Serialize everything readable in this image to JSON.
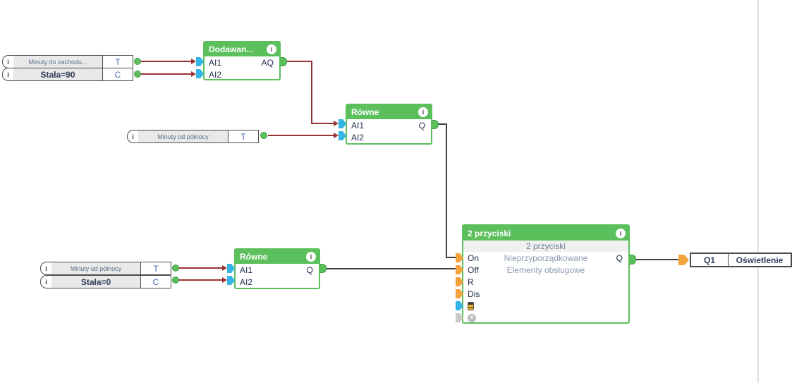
{
  "icons": {
    "info": "i",
    "plus": "+",
    "input_info": "i"
  },
  "colors": {
    "block_green": "#5bbf5b",
    "tab_blue": "#35b5e5",
    "tab_orange": "#f2a33c",
    "tab_gray": "#c9c9c9",
    "wire_red": "#993333",
    "wire_black": "#3f3f3f",
    "text_navy": "#223050",
    "text_gray": "#8c9ab0"
  },
  "input_pills": [
    {
      "label": "Minuty do zachodu...",
      "port": "T"
    },
    {
      "label": "Stała=90",
      "port": "C"
    },
    {
      "label": "Minuty od północy",
      "port": "T"
    },
    {
      "label": "Minuty od północy",
      "port": "T"
    },
    {
      "label": "Stała=0",
      "port": "C"
    }
  ],
  "blocks": {
    "dodawanie": {
      "title": "Dodawan...",
      "in1": "AI1",
      "in2": "AI2",
      "out": "AQ"
    },
    "rowne1": {
      "title": "Równe",
      "in1": "AI1",
      "in2": "AI2",
      "out": "Q"
    },
    "rowne2": {
      "title": "Równe",
      "in1": "AI1",
      "in2": "AI2",
      "out": "Q"
    },
    "przyciski": {
      "title": "2 przyciski",
      "subtitle": "2 przyciski",
      "center_line1": "Nieprzyporządkowane",
      "center_line2": "Elementy obsługowe",
      "in1": "On",
      "in2": "Off",
      "in3": "R",
      "in4": "Dis",
      "out": "Q"
    }
  },
  "output_box": {
    "port": "Q1",
    "label": "Oświetlenie"
  }
}
